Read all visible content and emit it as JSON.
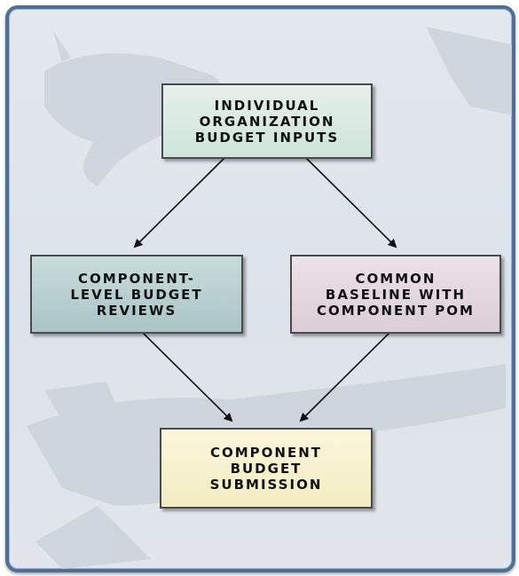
{
  "diagram": {
    "nodes": {
      "top": "INDIVIDUAL\nORGANIZATION\nBUDGET INPUTS",
      "left": "COMPONENT-\nLEVEL BUDGET\nREVIEWS",
      "right": "COMMON\nBASELINE WITH\nCOMPONENT POM",
      "bottom": "COMPONENT\nBUDGET\nSUBMISSION"
    },
    "edges": [
      {
        "from": "top",
        "to": "left"
      },
      {
        "from": "top",
        "to": "right"
      },
      {
        "from": "left",
        "to": "bottom"
      },
      {
        "from": "right",
        "to": "bottom"
      }
    ],
    "colors": {
      "frame_border": "#4f6f94",
      "top_fill": "#d6e9de",
      "left_fill": "#b5cdce",
      "right_fill": "#e3d6de",
      "bottom_fill": "#f6f0ce",
      "arrow": "#111111"
    }
  }
}
